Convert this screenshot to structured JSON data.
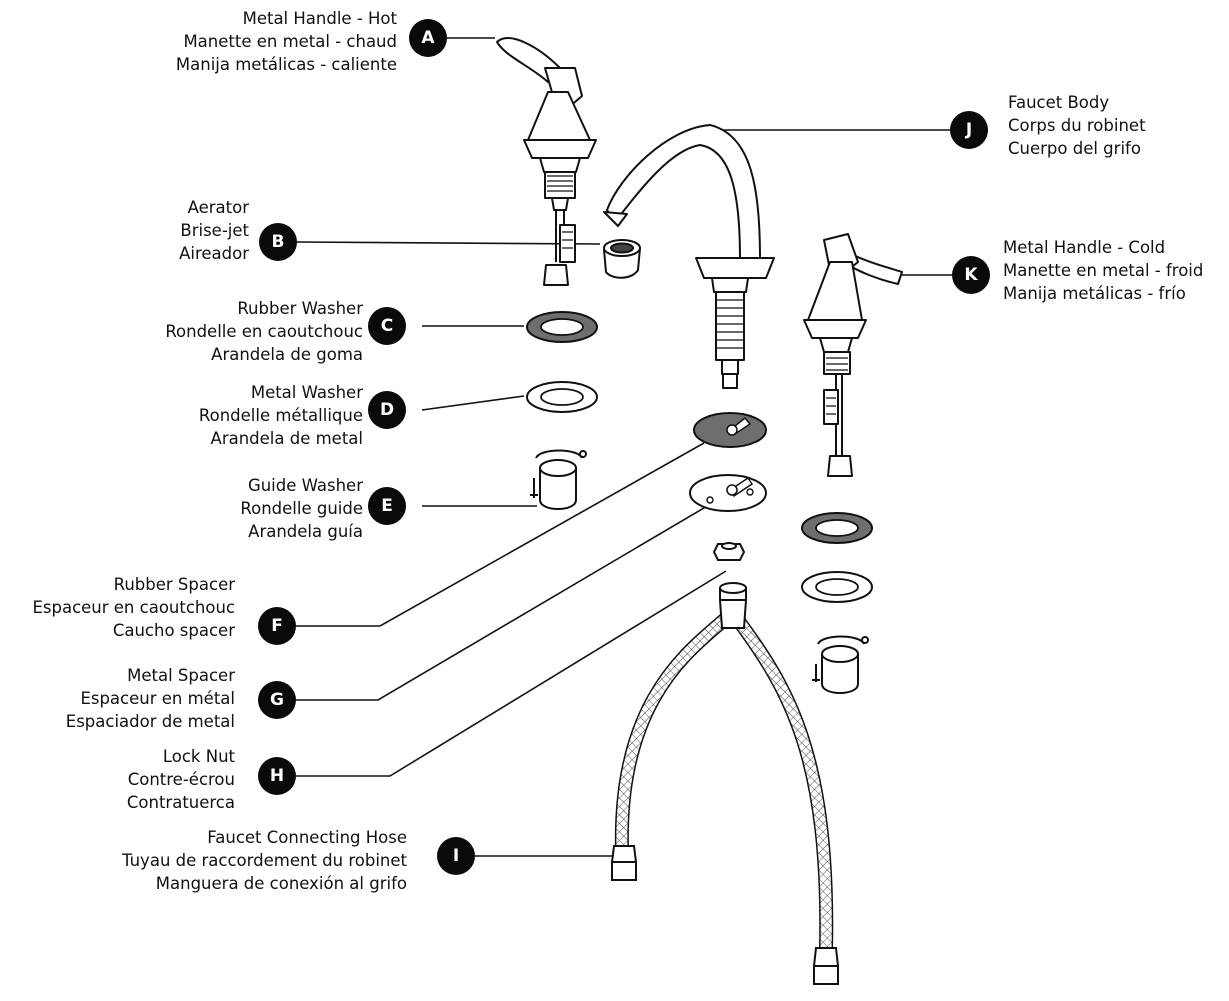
{
  "callouts": [
    {
      "key": "A",
      "lines": [
        "Metal Handle - Hot",
        "Manette en metal - chaud",
        "Manija metálicas - caliente"
      ]
    },
    {
      "key": "B",
      "lines": [
        "Aerator",
        "Brise-jet",
        "Aireador"
      ]
    },
    {
      "key": "C",
      "lines": [
        "Rubber Washer",
        "Rondelle en caoutchouc",
        "Arandela de goma"
      ]
    },
    {
      "key": "D",
      "lines": [
        "Metal Washer",
        "Rondelle métallique",
        "Arandela de metal"
      ]
    },
    {
      "key": "E",
      "lines": [
        "Guide Washer",
        "Rondelle guide",
        "Arandela guía"
      ]
    },
    {
      "key": "F",
      "lines": [
        "Rubber Spacer",
        "Espaceur en caoutchouc",
        "Caucho spacer"
      ]
    },
    {
      "key": "G",
      "lines": [
        "Metal Spacer",
        "Espaceur en métal",
        "Espaciador de metal"
      ]
    },
    {
      "key": "H",
      "lines": [
        "Lock Nut",
        "Contre-écrou",
        "Contratuerca"
      ]
    },
    {
      "key": "I",
      "lines": [
        "Faucet Connecting Hose",
        "Tuyau de raccordement du robinet",
        "Manguera de conexión al grifo"
      ]
    },
    {
      "key": "J",
      "lines": [
        "Faucet Body",
        "Corps du robinet",
        "Cuerpo del grifo"
      ]
    },
    {
      "key": "K",
      "lines": [
        "Metal Handle - Cold",
        "Manette en metal - froid",
        "Manija metálicas - frío"
      ]
    }
  ],
  "colors": {
    "ink": "#111111",
    "badge": "#0a0a0a",
    "rubber": "#6e6e6e",
    "fill": "#ffffff"
  }
}
